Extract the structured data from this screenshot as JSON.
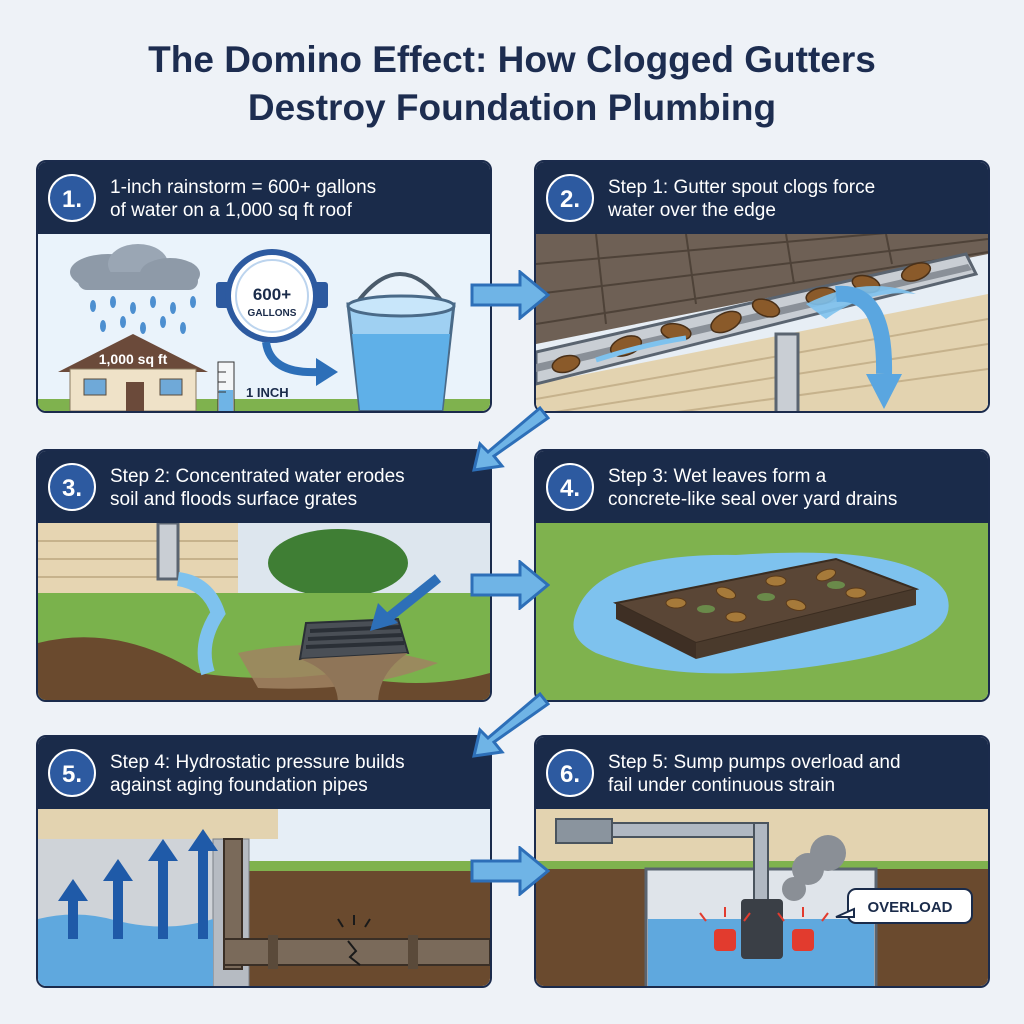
{
  "title_line1": "The Domino Effect: How Clogged Gutters",
  "title_line2": "Destroy Foundation Plumbing",
  "steps": [
    {
      "number": "1.",
      "caption_line1": "1-inch rainstorm = 600+ gallons",
      "caption_line2": "of water on a 1,000 sq ft roof"
    },
    {
      "number": "2.",
      "caption_line1": "Step 1: Gutter spout clogs force",
      "caption_line2": "water over the edge"
    },
    {
      "number": "3.",
      "caption_line1": "Step 2: Concentrated water erodes",
      "caption_line2": "soil and floods surface grates"
    },
    {
      "number": "4.",
      "caption_line1": "Step 3: Wet leaves form a",
      "caption_line2": "concrete-like seal over yard drains"
    },
    {
      "number": "5.",
      "caption_line1": "Step 4: Hydrostatic pressure builds",
      "caption_line2": "against aging foundation pipes"
    },
    {
      "number": "6.",
      "caption_line1": "Step 5: Sump pumps overload and",
      "caption_line2": "fail under continuous strain"
    }
  ],
  "labels": {
    "gauge_value": "600+",
    "gauge_unit": "GALLONS",
    "house_area": "1,000 sq ft",
    "rain_inch": "1 INCH",
    "overload": "OVERLOAD"
  },
  "colors": {
    "navy": "#1a2b4a",
    "badge_blue": "#2d5aa0",
    "water_blue": "#6fb4e6",
    "arrow_blue": "#5aa6e0",
    "grass": "#76b04a",
    "soil": "#6a4a2e",
    "alert_red": "#e23b2e"
  }
}
